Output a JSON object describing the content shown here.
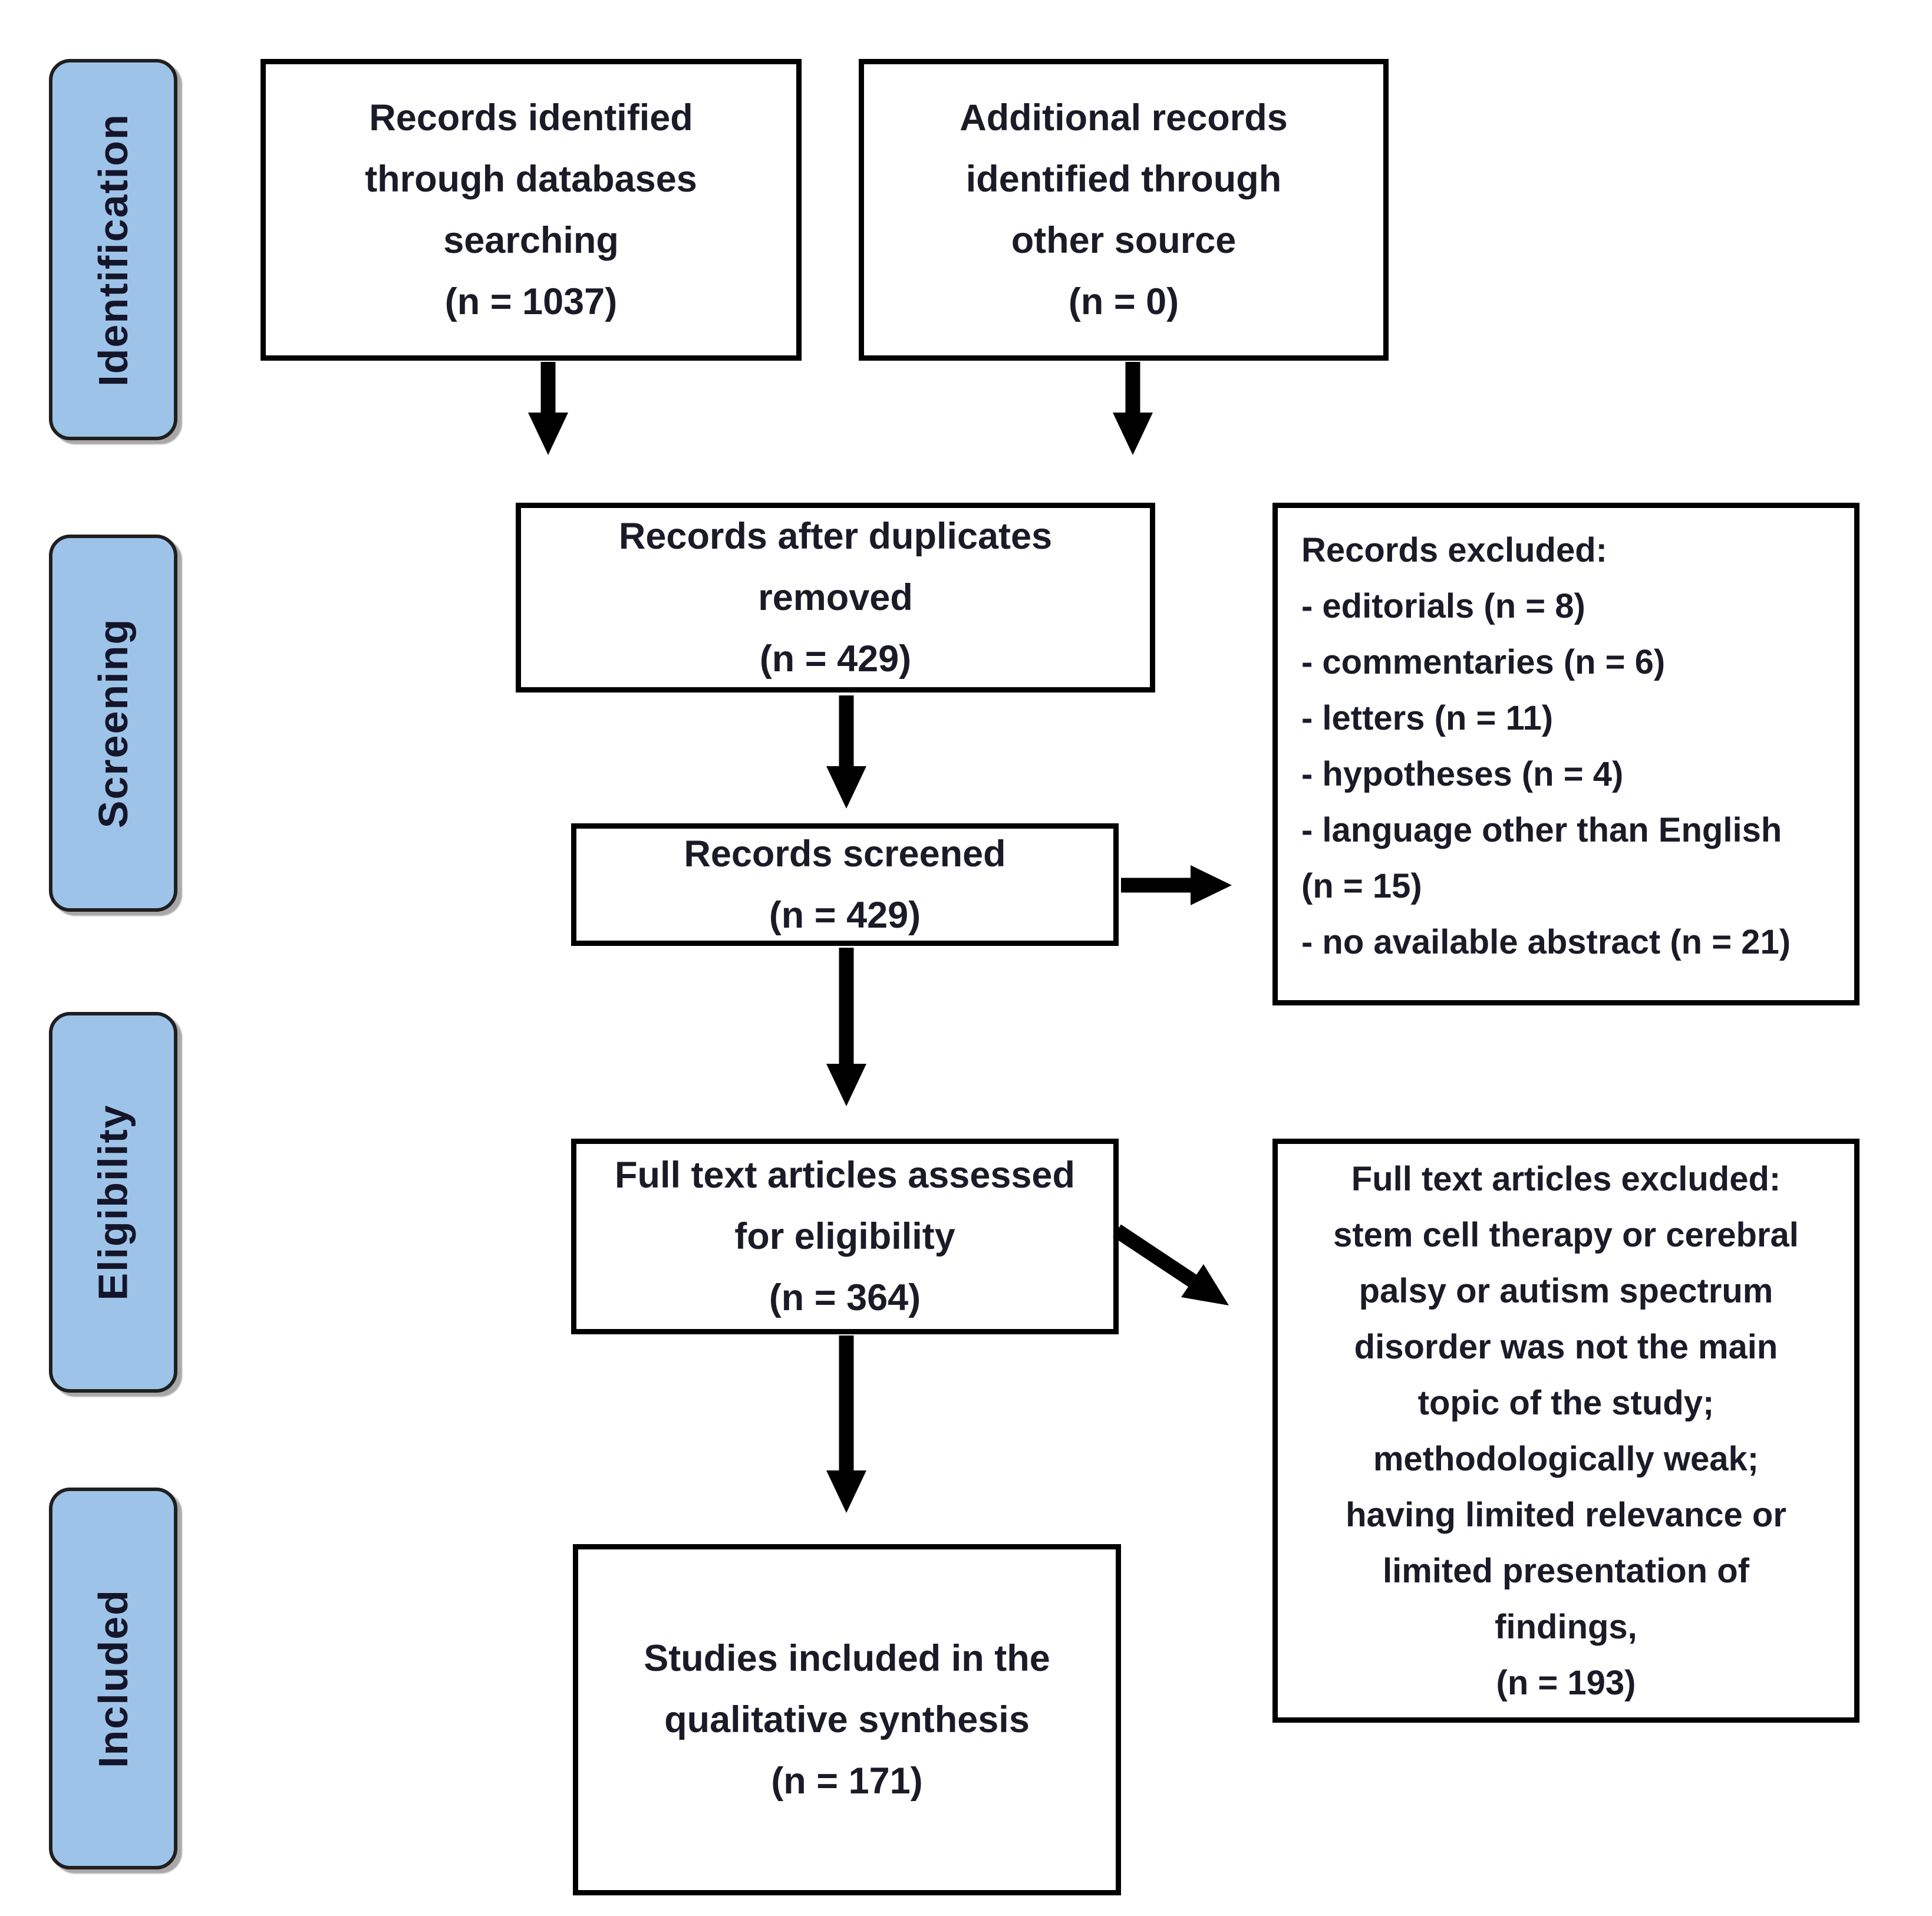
{
  "figure": {
    "background": "#ffffff",
    "stages": [
      {
        "label": "Identification"
      },
      {
        "label": "Screening"
      },
      {
        "label": "Eligibility"
      },
      {
        "label": "Included"
      }
    ],
    "nodes": {
      "records_identified": {
        "text": "Records identified\nthrough databases\nsearching\n(n = 1037)"
      },
      "additional_records": {
        "text": "Additional records\nidentified through\nother source\n(n = 0)"
      },
      "duplicates_removed": {
        "text": "Records after duplicates\nremoved\n(n = 429)"
      },
      "records_screened": {
        "text": "Records screened\n(n = 429)"
      },
      "records_excluded": {
        "text": "Records excluded:\n- editorials (n = 8)\n- commentaries (n = 6)\n- letters (n = 11)\n- hypotheses (n = 4)\n- language other than English\n(n = 15)\n- no available abstract (n = 21)"
      },
      "fulltext_assessed": {
        "text": "Full text articles assessed\nfor eligibility\n(n = 364)"
      },
      "fulltext_excluded": {
        "text": "Full text articles excluded:\nstem cell therapy or cerebral\npalsy or autism spectrum\ndisorder was not the main\ntopic of the study;\nmethodologically weak;\nhaving limited relevance or\nlimited presentation of\nfindings,\n(n = 193)"
      },
      "studies_included": {
        "text": "Studies included in the\nqualitative synthesis\n(n = 171)"
      }
    },
    "colors": {
      "stage_fill": "#9dc4e8",
      "stage_border": "#1f1f1f",
      "node_border": "#000000",
      "text": "#1b1b28",
      "arrow": "#000000"
    }
  }
}
